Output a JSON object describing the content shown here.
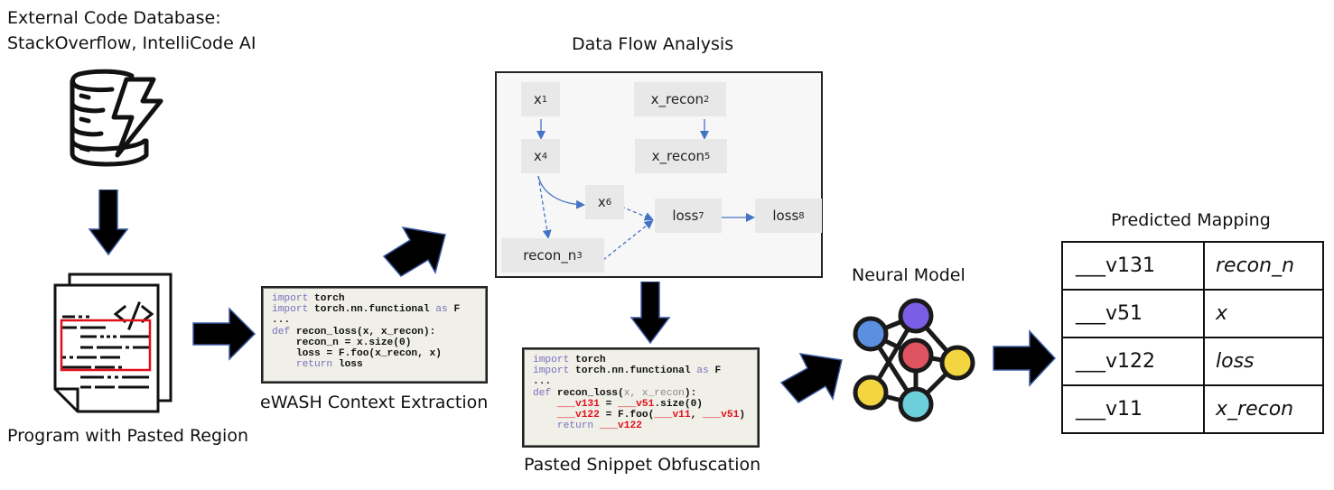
{
  "external_db": {
    "title_line1": "External Code Database:",
    "title_line2": "StackOverflow, IntelliCode AI",
    "icon": "database-lightning-icon"
  },
  "program": {
    "caption": "Program with Pasted Region",
    "icon": "code-document-icon",
    "highlight_color": "#e0101a"
  },
  "ewash": {
    "caption": "eWASH Context Extraction",
    "code_lines": [
      {
        "kw": "import",
        "rest": " torch"
      },
      {
        "kw": "import",
        "rest": " torch.nn.functional ",
        "kw2": "as",
        "rest2": " F"
      },
      {
        "plain": "..."
      },
      {
        "kw": "def",
        "rest": " recon_loss(x, x_recon):"
      },
      {
        "plain": "    recon_n = x.size(0)"
      },
      {
        "plain": "    loss = F.foo(x_recon, x)"
      },
      {
        "kw": "    return",
        "rest": " loss"
      }
    ]
  },
  "dataflow": {
    "title": "Data Flow Analysis",
    "nodes": [
      {
        "id": "x1",
        "name": "x",
        "sub": "1"
      },
      {
        "id": "x_recon2",
        "name": "x_recon",
        "sub": "2"
      },
      {
        "id": "x4",
        "name": "x",
        "sub": "4"
      },
      {
        "id": "x_recon5",
        "name": "x_recon",
        "sub": "5"
      },
      {
        "id": "x6",
        "name": "x",
        "sub": "6"
      },
      {
        "id": "loss7",
        "name": "loss",
        "sub": "7"
      },
      {
        "id": "loss8",
        "name": "loss",
        "sub": "8"
      },
      {
        "id": "recon_n3",
        "name": "recon_n",
        "sub": "3"
      }
    ],
    "edges": [
      {
        "from": "x1",
        "to": "x4",
        "style": "solid"
      },
      {
        "from": "x_recon2",
        "to": "x_recon5",
        "style": "solid"
      },
      {
        "from": "x4",
        "to": "x6",
        "style": "solid"
      },
      {
        "from": "x4",
        "to": "recon_n3",
        "style": "dashed"
      },
      {
        "from": "x6",
        "to": "loss7",
        "style": "dashed"
      },
      {
        "from": "recon_n3",
        "to": "loss7",
        "style": "dashed"
      },
      {
        "from": "loss7",
        "to": "loss8",
        "style": "solid"
      }
    ],
    "edge_color": "#4472c4"
  },
  "obfuscation": {
    "caption": "Pasted Snippet Obfuscation",
    "line1_kw": "import",
    "line1_rest": " torch",
    "line2_kw": "import",
    "line2_rest": " torch.nn.functional ",
    "line2_kw2": "as",
    "line2_rest2": " F",
    "line3": "...",
    "line4_kw": "def",
    "line4_rest": " recon_loss(",
    "line4_args": "x, x_recon",
    "line4_end": "):",
    "line5_a": "___v131",
    "line5_b": " = ",
    "line5_c": "___v51",
    "line5_d": ".size(0)",
    "line6_a": "___v122",
    "line6_b": " = F.foo(",
    "line6_c": "___v11",
    "line6_d": ", ",
    "line6_e": "___v51",
    "line6_f": ")",
    "line7_kw": "return",
    "line7_var": "___v122"
  },
  "neural": {
    "title": "Neural Model",
    "icon": "neural-network-icon",
    "node_colors": [
      "#5b8fe0",
      "#7b5ee6",
      "#dd535f",
      "#f3d63f",
      "#f3d63f",
      "#6ccfd9"
    ]
  },
  "mapping": {
    "title": "Predicted Mapping",
    "rows": [
      {
        "obf": "___v131",
        "name": "recon_n"
      },
      {
        "obf": "___v51",
        "name": "x"
      },
      {
        "obf": "___v122",
        "name": "loss"
      },
      {
        "obf": "___v11",
        "name": "x_recon"
      }
    ]
  }
}
